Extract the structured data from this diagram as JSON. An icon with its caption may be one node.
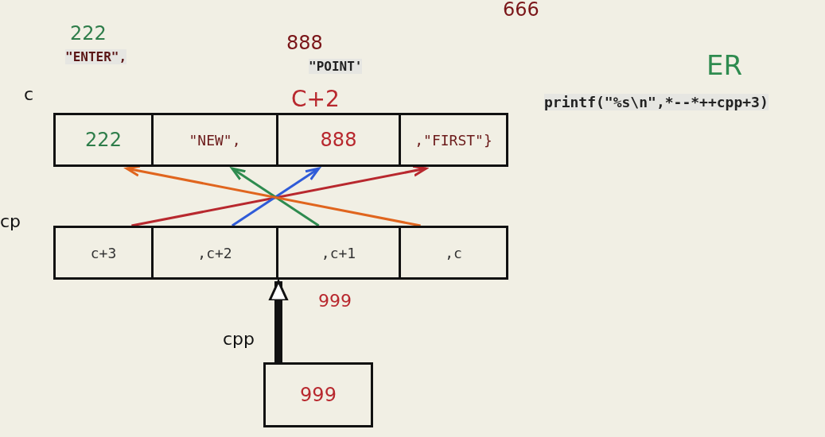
{
  "diagram": {
    "nodes": [
      {
        "text": [
          "222"
        ]
      },
      {
        "text": [
          "\"NEW\","
        ]
      },
      {
        "text": [
          "888"
        ]
      },
      {
        "text": [
          ",\"FIRST\"}"
        ]
      },
      {
        "text": [
          "c+3"
        ]
      },
      {
        "text": [
          ",c+2"
        ]
      },
      {
        "text": [
          ",c+1"
        ]
      },
      {
        "text": [
          ",c"
        ]
      },
      {
        "text": [
          "999"
        ]
      }
    ],
    "edges": [
      {
        "from": 4,
        "to": 3,
        "arrow": "to",
        "color": "#b8282e"
      },
      {
        "from": 5,
        "to": 2,
        "arrow": "to",
        "color": "#2f5bd8"
      },
      {
        "from": 6,
        "to": 1,
        "arrow": "to",
        "color": "#2e8b4f"
      },
      {
        "from": 7,
        "to": 0,
        "arrow": "to",
        "color": "#e0651e"
      },
      {
        "from": 8,
        "to": 6,
        "arrow": "to",
        "style": "thick",
        "color": "#111111"
      }
    ],
    "labels": [
      "666",
      "222",
      "\"ENTER\",",
      "888",
      "\"POINT'",
      "ER",
      "c",
      "C+2",
      "printf(\"%s\\n\",*--*++cpp+3)",
      "cp",
      "999",
      "cpp"
    ]
  }
}
